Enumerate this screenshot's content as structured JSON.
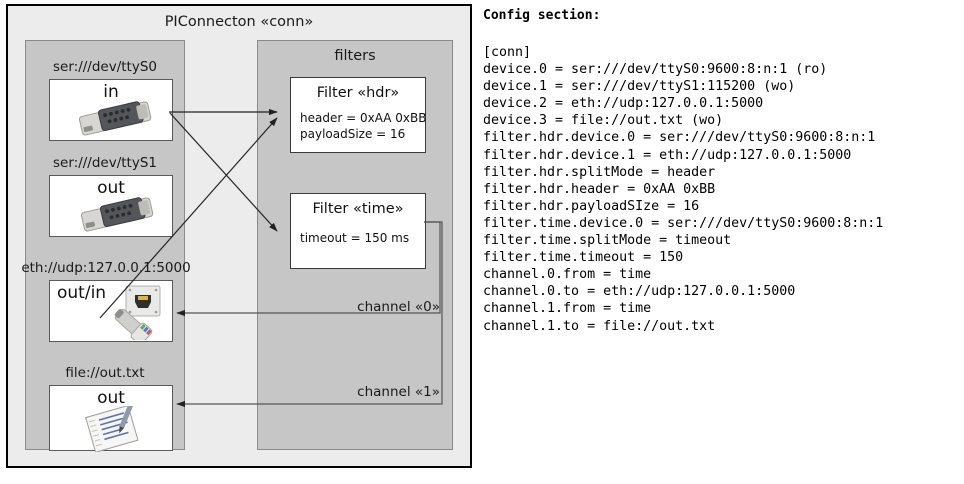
{
  "diagram": {
    "title": "PIConnecton «conn»",
    "devices_panel": {
      "name": "devices",
      "items": [
        {
          "label": "ser:///dev/ttyS0",
          "io": "in",
          "icon": "serial-port-icon"
        },
        {
          "label": "ser:///dev/ttyS1",
          "io": "out",
          "icon": "serial-port-icon"
        },
        {
          "label": "eth://udp:127.0.0.1:5000",
          "io": "out/in",
          "icon": "ethernet-jack-icon"
        },
        {
          "label": "file://out.txt",
          "io": "out",
          "icon": "text-file-icon"
        }
      ]
    },
    "filters_panel": {
      "title": "filters",
      "filters": [
        {
          "title": "Filter «hdr»",
          "props": [
            "header = 0xAA 0xBB",
            "payloadSize = 16"
          ]
        },
        {
          "title": "Filter «time»",
          "props": [
            "timeout = 150 ms"
          ]
        }
      ]
    },
    "channels": [
      {
        "label": "channel «0»"
      },
      {
        "label": "channel «1»"
      }
    ]
  },
  "config": {
    "heading": "Config section:",
    "lines": [
      "[conn]",
      "device.0 = ser:///dev/ttyS0:9600:8:n:1 (ro)",
      "device.1 = ser:///dev/ttyS1:115200 (wo)",
      "device.2 = eth://udp:127.0.0.1:5000",
      "device.3 = file://out.txt (wo)",
      "filter.hdr.device.0 = ser:///dev/ttyS0:9600:8:n:1",
      "filter.hdr.device.1 = eth://udp:127.0.0.1:5000",
      "filter.hdr.splitMode = header",
      "filter.hdr.header = 0xAA 0xBB",
      "filter.hdr.payloadSIze = 16",
      "filter.time.device.0 = ser:///dev/ttyS0:9600:8:n:1",
      "filter.time.splitMode = timeout",
      "filter.time.timeout = 150",
      "channel.0.from = time",
      "channel.0.to = eth://udp:127.0.0.1:5000",
      "channel.1.from = time",
      "channel.1.to = file://out.txt"
    ]
  },
  "colors": {
    "page_bg": "#ffffff",
    "frame_bg": "#ececec",
    "panel_bg": "#c6c6c6",
    "box_bg": "#ffffff",
    "line": "#333333"
  }
}
